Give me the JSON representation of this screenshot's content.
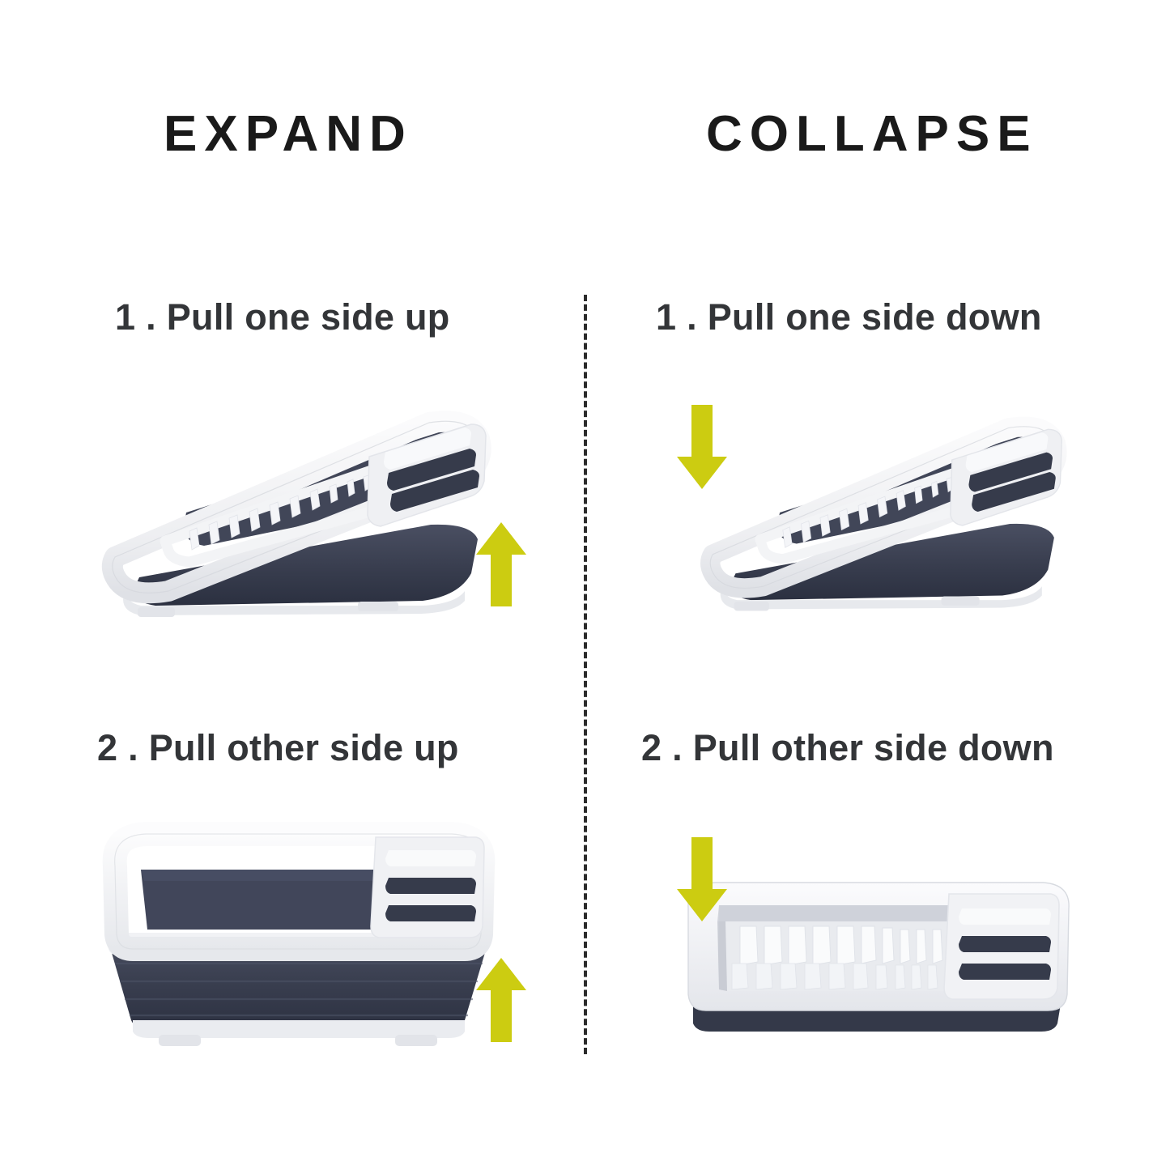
{
  "page": {
    "background_color": "#ffffff",
    "heading_color": "#1a1a1a",
    "label_color": "#333538",
    "accent_arrow_color": "#CCCC11",
    "divider_color": "#2b2b2b"
  },
  "columns": {
    "left": {
      "title": "EXPAND",
      "steps": [
        {
          "number": "1 .",
          "text": "Pull one side up",
          "label": "1 . Pull one side up",
          "arrow": "arrow-up"
        },
        {
          "number": "2 .",
          "text": "Pull other side up",
          "label": "2 . Pull other side up",
          "arrow": "arrow-up"
        }
      ]
    },
    "right": {
      "title": "COLLAPSE",
      "steps": [
        {
          "number": "1 .",
          "text": "Pull one side down",
          "label": "1 . Pull one side down",
          "arrow": "arrow-down"
        },
        {
          "number": "2 .",
          "text": "Pull other side down",
          "label": "2 . Pull other side down",
          "arrow": "arrow-down"
        }
      ]
    }
  },
  "product": {
    "name": "collapsible-dish-drying-rack",
    "frame_color": "#F0F1F3",
    "frame_shadow_color": "#D4D7DC",
    "silicone_color": "#3A3F50",
    "silicone_dark_color": "#2E3344",
    "interior_color": "#41465A",
    "fin_color": "#F6F7F9",
    "slot_count": "3",
    "views": [
      {
        "id": "tilted-left",
        "state": "partially-expanded, tilted, one side raised"
      },
      {
        "id": "tilted-right",
        "state": "partially-collapsed, tilted, one side lowered"
      },
      {
        "id": "expanded",
        "state": "fully expanded basin"
      },
      {
        "id": "flat",
        "state": "fully collapsed flat tray"
      }
    ]
  }
}
